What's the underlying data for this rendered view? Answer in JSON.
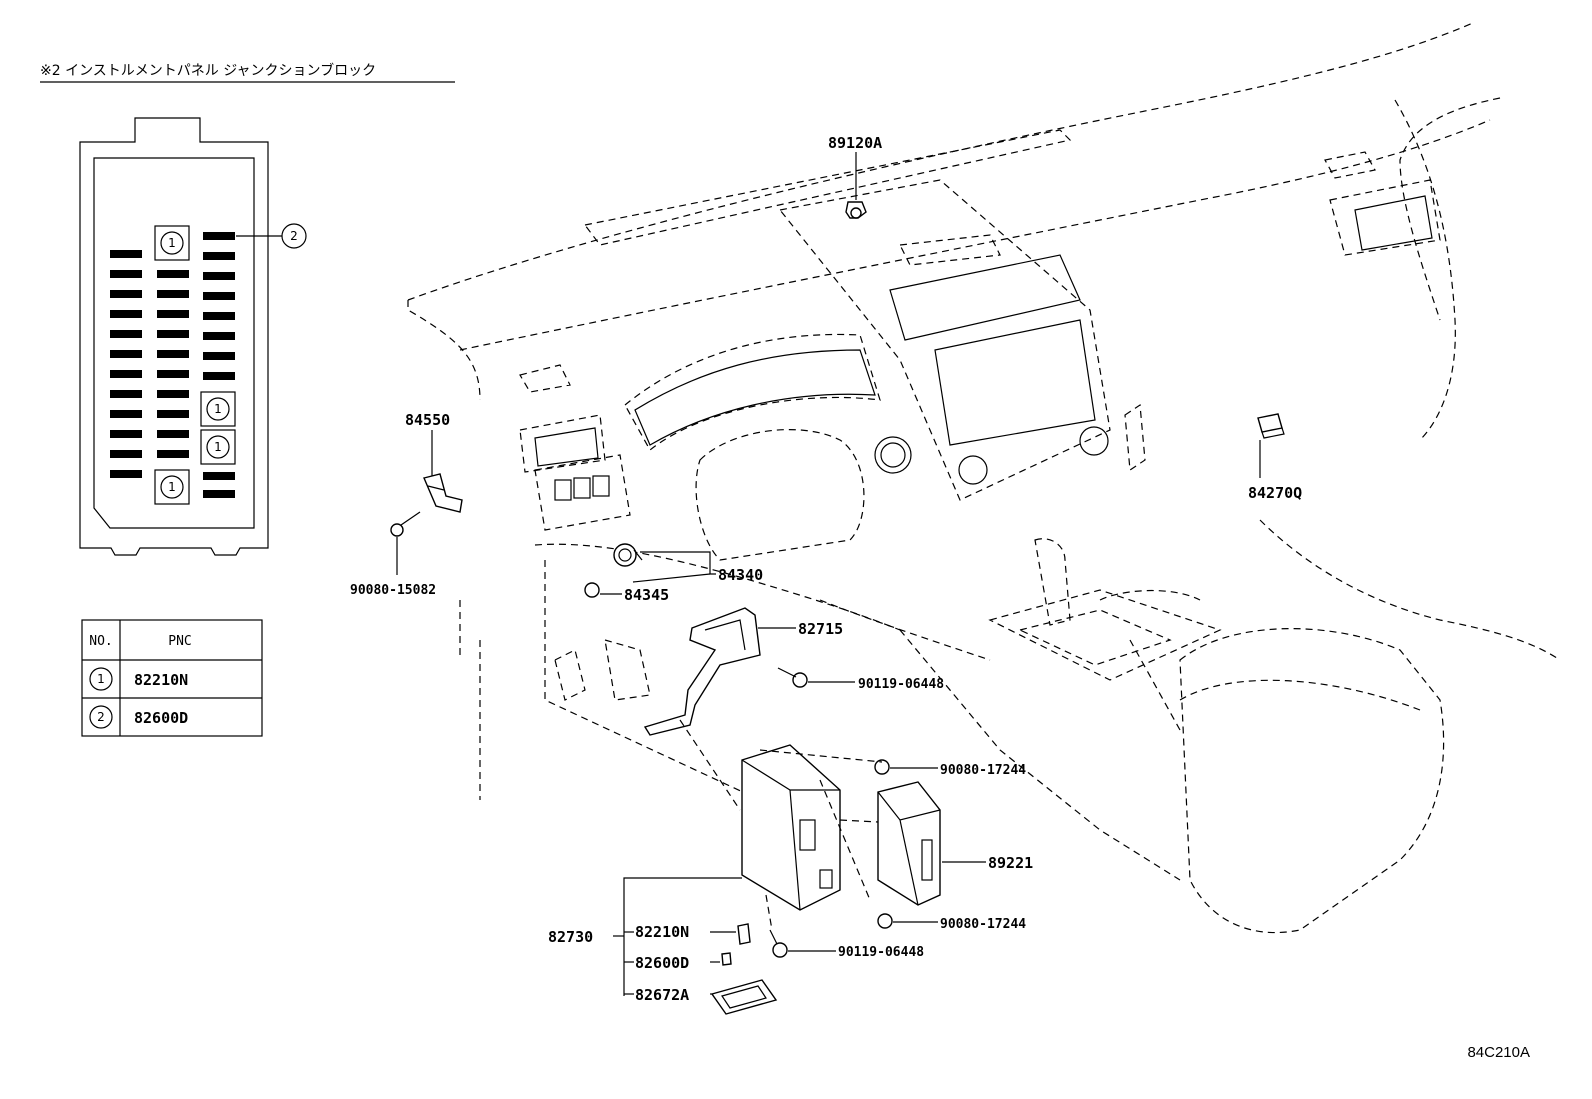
{
  "header": {
    "title": "※2 インストルメントパネル ジャンクションブロック"
  },
  "callouts": {
    "p89120A": "89120A",
    "p84550": "84550",
    "p90080_15082": "90080-15082",
    "p84340": "84340",
    "p84345": "84345",
    "p82715": "82715",
    "p90119_06448_a": "90119-06448",
    "p90080_17244_a": "90080-17244",
    "p89221": "89221",
    "p90080_17244_b": "90080-17244",
    "p82730": "82730",
    "p82210N": "82210N",
    "p82600D": "82600D",
    "p82672A": "82672A",
    "p90119_06448_b": "90119-06448",
    "p84270Q": "84270Q"
  },
  "junction_block": {
    "marker_1": "1",
    "marker_2": "2"
  },
  "pnc_table": {
    "headers": [
      "NO.",
      "PNC"
    ],
    "rows": [
      {
        "no": "1",
        "pnc": "82210N"
      },
      {
        "no": "2",
        "pnc": "82600D"
      }
    ]
  },
  "footer": {
    "figure_ref": "84C210A"
  }
}
